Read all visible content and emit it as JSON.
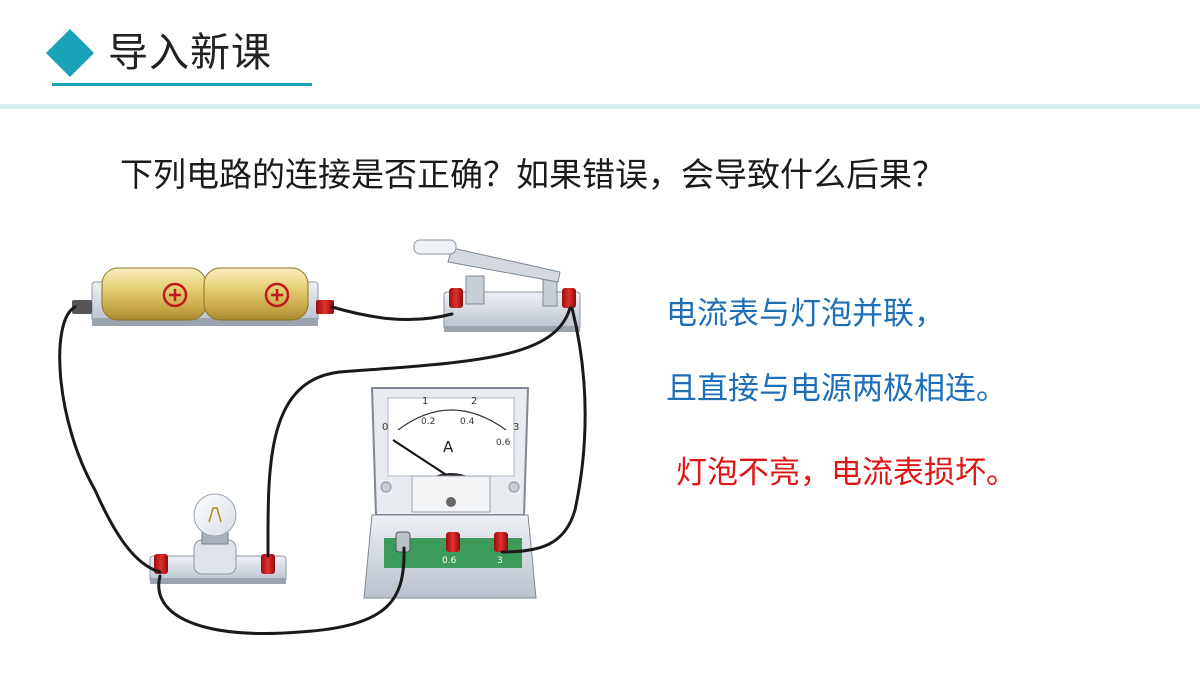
{
  "slide": {
    "section_title": "导入新课",
    "question": "下列电路的连接是否正确？如果错误，会导致什么后果？",
    "answer_lines": [
      "电流表与灯泡并联，",
      "且直接与电源两极相连。"
    ],
    "consequence": "灯泡不亮，电流表损坏。"
  },
  "ammeter": {
    "unit_symbol": "A",
    "scale_top": [
      "0",
      "1",
      "2",
      "3"
    ],
    "scale_bottom": [
      "0.2",
      "0.4",
      "0.6"
    ],
    "terminal_labels": [
      "0.6",
      "3"
    ],
    "battery_symbols": [
      "⊕",
      "⊕"
    ]
  },
  "colors": {
    "accent": "#1aa3b8",
    "answer_blue": "#1e6fb8",
    "consequence_red": "#e01515"
  }
}
